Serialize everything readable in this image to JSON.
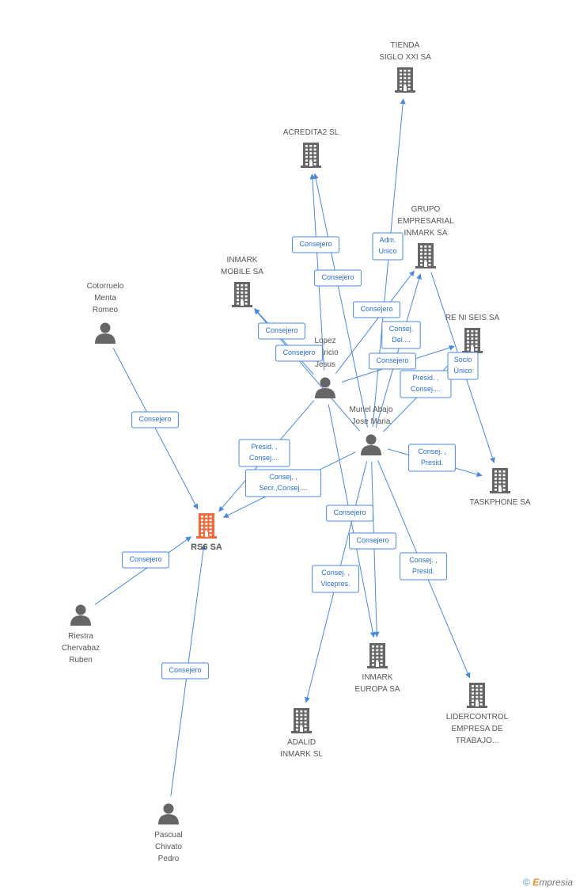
{
  "colors": {
    "edge": "#4a89dc",
    "icon": "#666666",
    "main_icon": "#f26b3a",
    "label": "#555555"
  },
  "nodes": [
    {
      "id": "rs6",
      "type": "company",
      "main": true,
      "lines": [
        "RS6 SA"
      ]
    },
    {
      "id": "tienda",
      "type": "company",
      "lines": [
        "TIENDA",
        "SIGLO XXI SA"
      ]
    },
    {
      "id": "acredita2",
      "type": "company",
      "lines": [
        "ACREDITA2  SL"
      ]
    },
    {
      "id": "grupo",
      "type": "company",
      "lines": [
        "GRUPO",
        "EMPRESARIAL",
        "INMARK SA"
      ]
    },
    {
      "id": "inmark_mobile",
      "type": "company",
      "lines": [
        "INMARK",
        "MOBILE SA"
      ]
    },
    {
      "id": "reniseis",
      "type": "company",
      "lines": [
        "RE NI SEIS SA"
      ]
    },
    {
      "id": "taskphone",
      "type": "company",
      "lines": [
        "TASKPHONE SA"
      ]
    },
    {
      "id": "inmark_europa",
      "type": "company",
      "lines": [
        "INMARK",
        "EUROPA SA"
      ]
    },
    {
      "id": "adalid",
      "type": "company",
      "lines": [
        "ADALID",
        "INMARK  SL"
      ]
    },
    {
      "id": "lidercontrol",
      "type": "company",
      "lines": [
        "LIDERCONTROL",
        "EMPRESA DE",
        "TRABAJO..."
      ]
    },
    {
      "id": "cotorruelo",
      "type": "person",
      "lines": [
        "Cotorruelo",
        "Menta",
        "Romeo"
      ]
    },
    {
      "id": "lopez",
      "type": "person",
      "lines": [
        "Lopez",
        "Patricio",
        "Jesus"
      ]
    },
    {
      "id": "muriel",
      "type": "person",
      "lines": [
        "Muriel Abajo",
        "Jose Maria"
      ]
    },
    {
      "id": "riestra",
      "type": "person",
      "lines": [
        "Riestra",
        "Chervabaz",
        "Ruben"
      ]
    },
    {
      "id": "pascual",
      "type": "person",
      "lines": [
        "Pascual",
        "Chivato",
        "Pedro"
      ]
    }
  ],
  "edges": [
    {
      "from": "cotorruelo",
      "to": "rs6",
      "label": [
        "Consejero"
      ]
    },
    {
      "from": "riestra",
      "to": "rs6",
      "label": [
        "Consejero"
      ]
    },
    {
      "from": "pascual",
      "to": "rs6",
      "label": [
        "Consejero"
      ]
    },
    {
      "from": "lopez",
      "to": "rs6",
      "label": [
        "Presid. ,",
        "Consej...."
      ]
    },
    {
      "from": "muriel",
      "to": "rs6",
      "label": [
        "Consej. ,",
        "Secr.,Consej...."
      ]
    },
    {
      "from": "lopez",
      "to": "acredita2",
      "label": [
        "Consejero"
      ]
    },
    {
      "from": "muriel",
      "to": "acredita2",
      "label": [
        "Consejero"
      ]
    },
    {
      "from": "lopez",
      "to": "inmark_mobile",
      "label": [
        "Consejero"
      ]
    },
    {
      "from": "muriel",
      "to": "inmark_mobile",
      "label": [
        "Consejero"
      ]
    },
    {
      "from": "muriel",
      "to": "tienda",
      "label": [
        "Adm.",
        "Unico"
      ]
    },
    {
      "from": "lopez",
      "to": "grupo",
      "label": [
        "Consejero"
      ]
    },
    {
      "from": "muriel",
      "to": "grupo",
      "label": [
        "Consej.",
        "Del...."
      ]
    },
    {
      "from": "lopez",
      "to": "reniseis",
      "label": [
        "Consejero"
      ]
    },
    {
      "from": "muriel",
      "to": "reniseis",
      "label": [
        "Presid. ,",
        "Consej...."
      ]
    },
    {
      "from": "grupo",
      "to": "taskphone",
      "label": [
        "Socio",
        "Único"
      ]
    },
    {
      "from": "muriel",
      "to": "taskphone",
      "label": [
        "Consej. ,",
        "Presid."
      ]
    },
    {
      "from": "lopez",
      "to": "inmark_europa",
      "label": [
        "Consejero"
      ]
    },
    {
      "from": "muriel",
      "to": "inmark_europa",
      "label": [
        "Consejero"
      ]
    },
    {
      "from": "muriel",
      "to": "adalid",
      "label": [
        "Consej. ,",
        "Vicepres."
      ]
    },
    {
      "from": "muriel",
      "to": "lidercontrol",
      "label": [
        "Consej. ,",
        "Presid."
      ]
    }
  ],
  "footer": {
    "copyright": "©",
    "brand_initial": "E",
    "brand_rest": "mpresia"
  }
}
